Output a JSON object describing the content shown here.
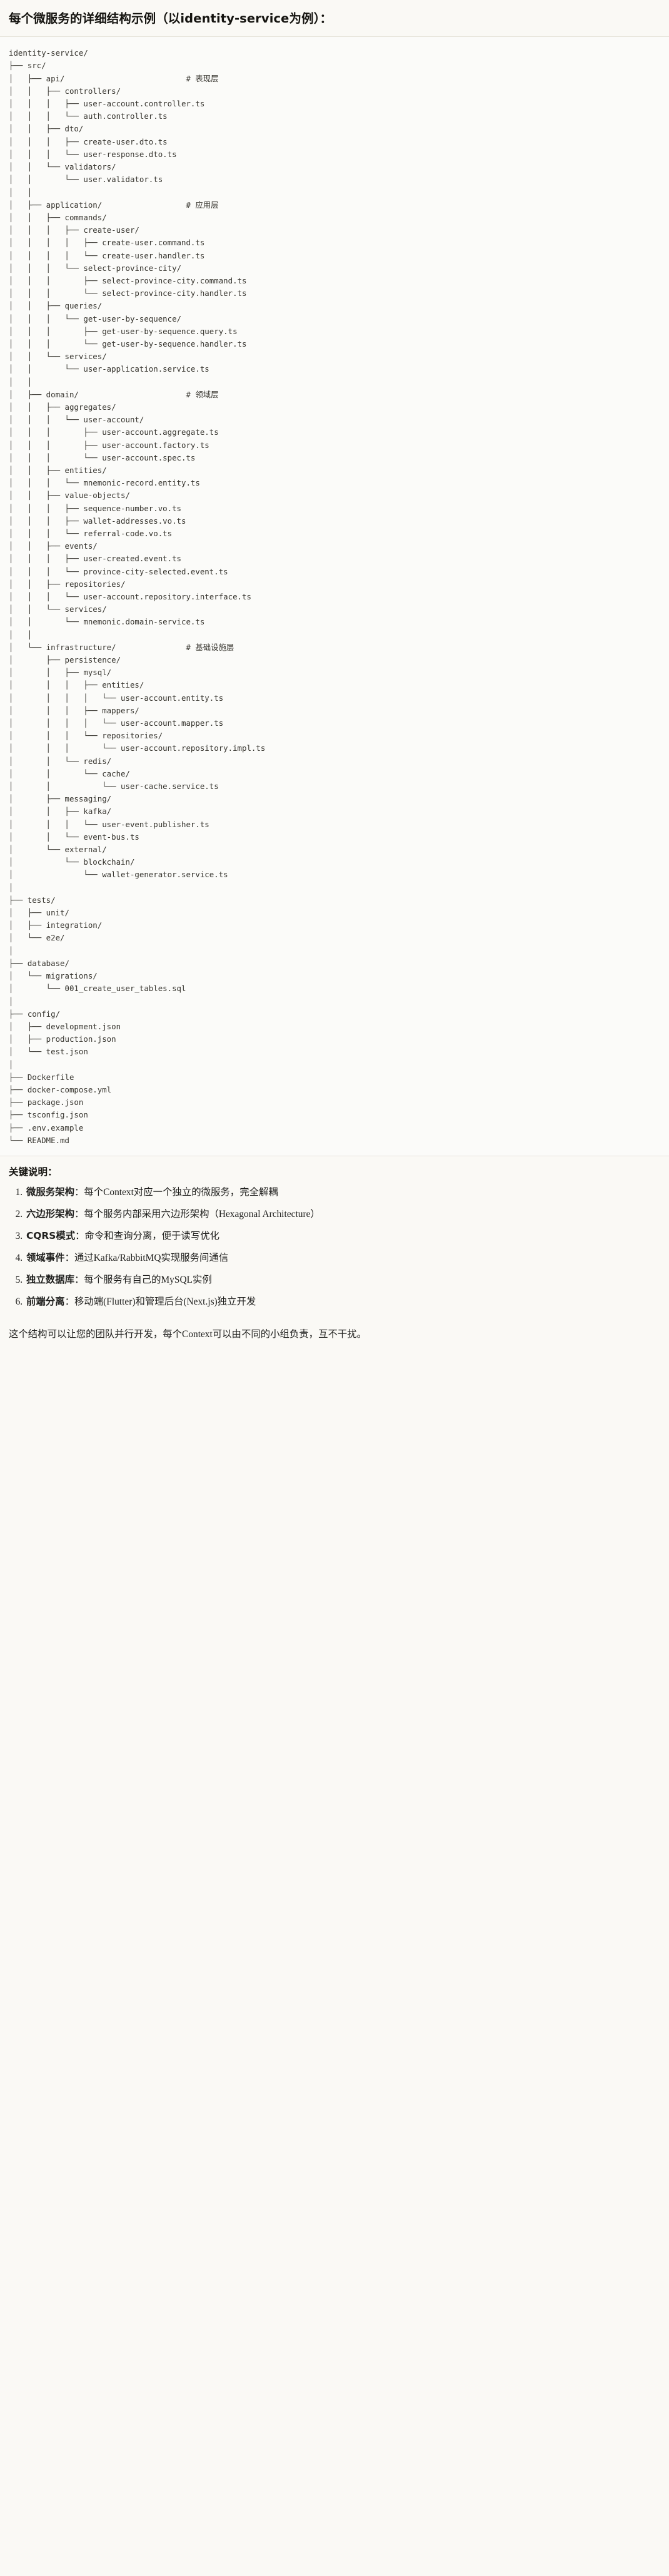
{
  "document": {
    "title": "每个微服务的详细结构示例（以identity-service为例）："
  },
  "code_block": {
    "language": "text",
    "root": "identity-service/",
    "tree_text": "identity-service/\n├── src/\n│   ├── api/                          # 表现层\n│   │   ├── controllers/\n│   │   │   ├── user-account.controller.ts\n│   │   │   └── auth.controller.ts\n│   │   ├── dto/\n│   │   │   ├── create-user.dto.ts\n│   │   │   └── user-response.dto.ts\n│   │   └── validators/\n│   │       └── user.validator.ts\n│   │\n│   ├── application/                  # 应用层\n│   │   ├── commands/\n│   │   │   ├── create-user/\n│   │   │   │   ├── create-user.command.ts\n│   │   │   │   └── create-user.handler.ts\n│   │   │   └── select-province-city/\n│   │   │       ├── select-province-city.command.ts\n│   │   │       └── select-province-city.handler.ts\n│   │   ├── queries/\n│   │   │   └── get-user-by-sequence/\n│   │   │       ├── get-user-by-sequence.query.ts\n│   │   │       └── get-user-by-sequence.handler.ts\n│   │   └── services/\n│   │       └── user-application.service.ts\n│   │\n│   ├── domain/                       # 领域层\n│   │   ├── aggregates/\n│   │   │   └── user-account/\n│   │   │       ├── user-account.aggregate.ts\n│   │   │       ├── user-account.factory.ts\n│   │   │       └── user-account.spec.ts\n│   │   ├── entities/\n│   │   │   └── mnemonic-record.entity.ts\n│   │   ├── value-objects/\n│   │   │   ├── sequence-number.vo.ts\n│   │   │   ├── wallet-addresses.vo.ts\n│   │   │   └── referral-code.vo.ts\n│   │   ├── events/\n│   │   │   ├── user-created.event.ts\n│   │   │   └── province-city-selected.event.ts\n│   │   ├── repositories/\n│   │   │   └── user-account.repository.interface.ts\n│   │   └── services/\n│   │       └── mnemonic.domain-service.ts\n│   │\n│   └── infrastructure/               # 基础设施层\n│       ├── persistence/\n│       │   ├── mysql/\n│       │   │   ├── entities/\n│       │   │   │   └── user-account.entity.ts\n│       │   │   ├── mappers/\n│       │   │   │   └── user-account.mapper.ts\n│       │   │   └── repositories/\n│       │   │       └── user-account.repository.impl.ts\n│       │   └── redis/\n│       │       └── cache/\n│       │           └── user-cache.service.ts\n│       ├── messaging/\n│       │   ├── kafka/\n│       │   │   └── user-event.publisher.ts\n│       │   └── event-bus.ts\n│       └── external/\n│           └── blockchain/\n│               └── wallet-generator.service.ts\n│\n├── tests/\n│   ├── unit/\n│   ├── integration/\n│   └── e2e/\n│\n├── database/\n│   └── migrations/\n│       └── 001_create_user_tables.sql\n│\n├── config/\n│   ├── development.json\n│   ├── production.json\n│   └── test.json\n│\n├── Dockerfile\n├── docker-compose.yml\n├── package.json\n├── tsconfig.json\n├── .env.example\n└── README.md",
    "layer_comments": [
      {
        "path": "api/",
        "comment": "# 表现层"
      },
      {
        "path": "application/",
        "comment": "# 应用层"
      },
      {
        "path": "domain/",
        "comment": "# 领域层"
      },
      {
        "path": "infrastructure/",
        "comment": "# 基础设施层"
      }
    ]
  },
  "notes": {
    "heading": "关键说明：",
    "items": [
      {
        "term": "微服务架构",
        "sep": "：",
        "desc": "每个Context对应一个独立的微服务，完全解耦"
      },
      {
        "term": "六边形架构",
        "sep": "：",
        "desc": "每个服务内部采用六边形架构（Hexagonal Architecture）"
      },
      {
        "term": "CQRS模式",
        "sep": "：",
        "desc": "命令和查询分离，便于读写优化"
      },
      {
        "term": "领域事件",
        "sep": "：",
        "desc": "通过Kafka/RabbitMQ实现服务间通信"
      },
      {
        "term": "独立数据库",
        "sep": "：",
        "desc": "每个服务有自己的MySQL实例"
      },
      {
        "term": "前端分离",
        "sep": "：",
        "desc": "移动端(Flutter)和管理后台(Next.js)独立开发"
      }
    ],
    "closing": "这个结构可以让您的团队并行开发，每个Context可以由不同的小组负责，互不干扰。"
  },
  "colors": {
    "page_bg": "#faf9f5",
    "code_bg": "#fbfbf9",
    "text": "#1f1f1d",
    "code_text": "#37352f",
    "border": "#e6e3da"
  }
}
